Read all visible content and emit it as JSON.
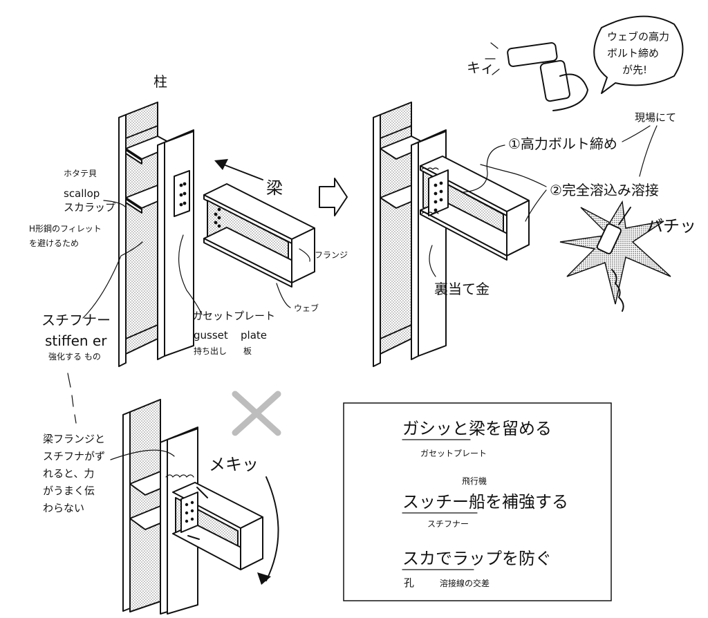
{
  "labels": {
    "column": "柱",
    "beam": "梁",
    "scallop_jp": "ホタテ貝",
    "scallop_en": "scallop",
    "scallop_kana": "スカラップ",
    "scallop_note_1": "H形鋼のフィレット",
    "scallop_note_2": "を避けるため",
    "flange": "フランジ",
    "web": "ウェブ",
    "stiffener_kana": "スチフナー",
    "stiffener_en": "stiffen er",
    "stiffener_note": "強化する もの",
    "gusset_kana": "ガセットプレート",
    "gusset_en_1": "gusset",
    "gusset_en_2": "plate",
    "gusset_note_1": "持ち出し",
    "gusset_note_2": "板",
    "step1": "①高力ボルト締め",
    "step2": "②完全溶込み溶接",
    "onsite": "現場にて",
    "backing": "裏当て金",
    "speech_1": "ウェブの高力",
    "speech_2": "ボルト締め",
    "speech_3": "が先!",
    "sfx_bolt": "キィ",
    "sfx_weld": "バチッ",
    "sfx_crack": "メキッ",
    "fail_1": "梁フランジと",
    "fail_2": "スチフナがず",
    "fail_3": "れると、力",
    "fail_4": "がうまく伝",
    "fail_5": "わらない"
  },
  "memo": {
    "line1": "ガシッと梁を留める",
    "line1_sub": "ガセットプレート",
    "line2_ruby": "飛行機",
    "line2": "スッチー船を補強する",
    "line2_sub": "スチフナー",
    "line3": "スカでラップを防ぐ",
    "line3_sub_1": "孔",
    "line3_sub_2": "溶接線の交差"
  },
  "colors": {
    "ink": "#111111",
    "screen": "#c8c8c8",
    "paper": "#ffffff",
    "cross": "#bdbdbd"
  }
}
